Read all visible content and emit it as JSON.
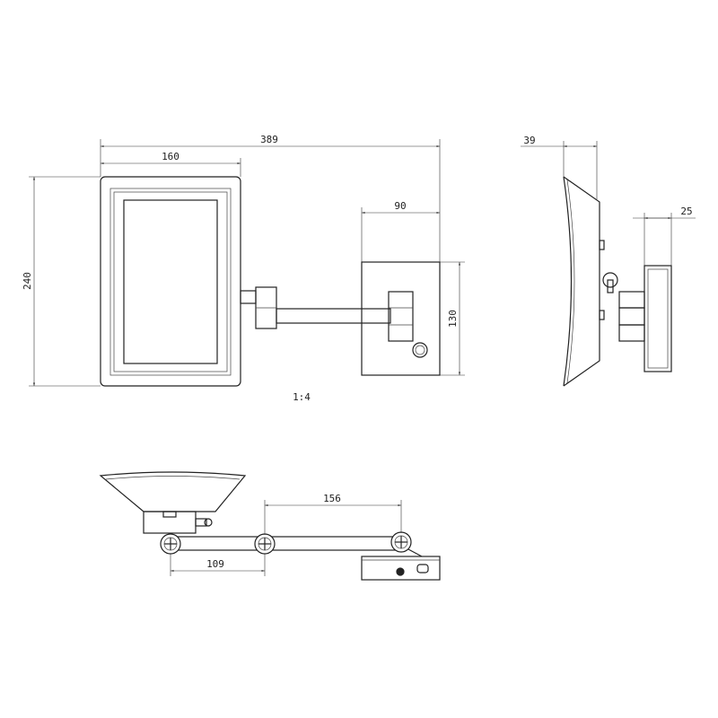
{
  "dimensions": {
    "overall_width": "389",
    "mirror_width": "160",
    "mirror_height": "240",
    "plate_width": "90",
    "plate_height": "130",
    "side_depth": "39",
    "plate_depth": "25",
    "arm_long": "156",
    "arm_short": "109"
  },
  "scale": "1:4"
}
